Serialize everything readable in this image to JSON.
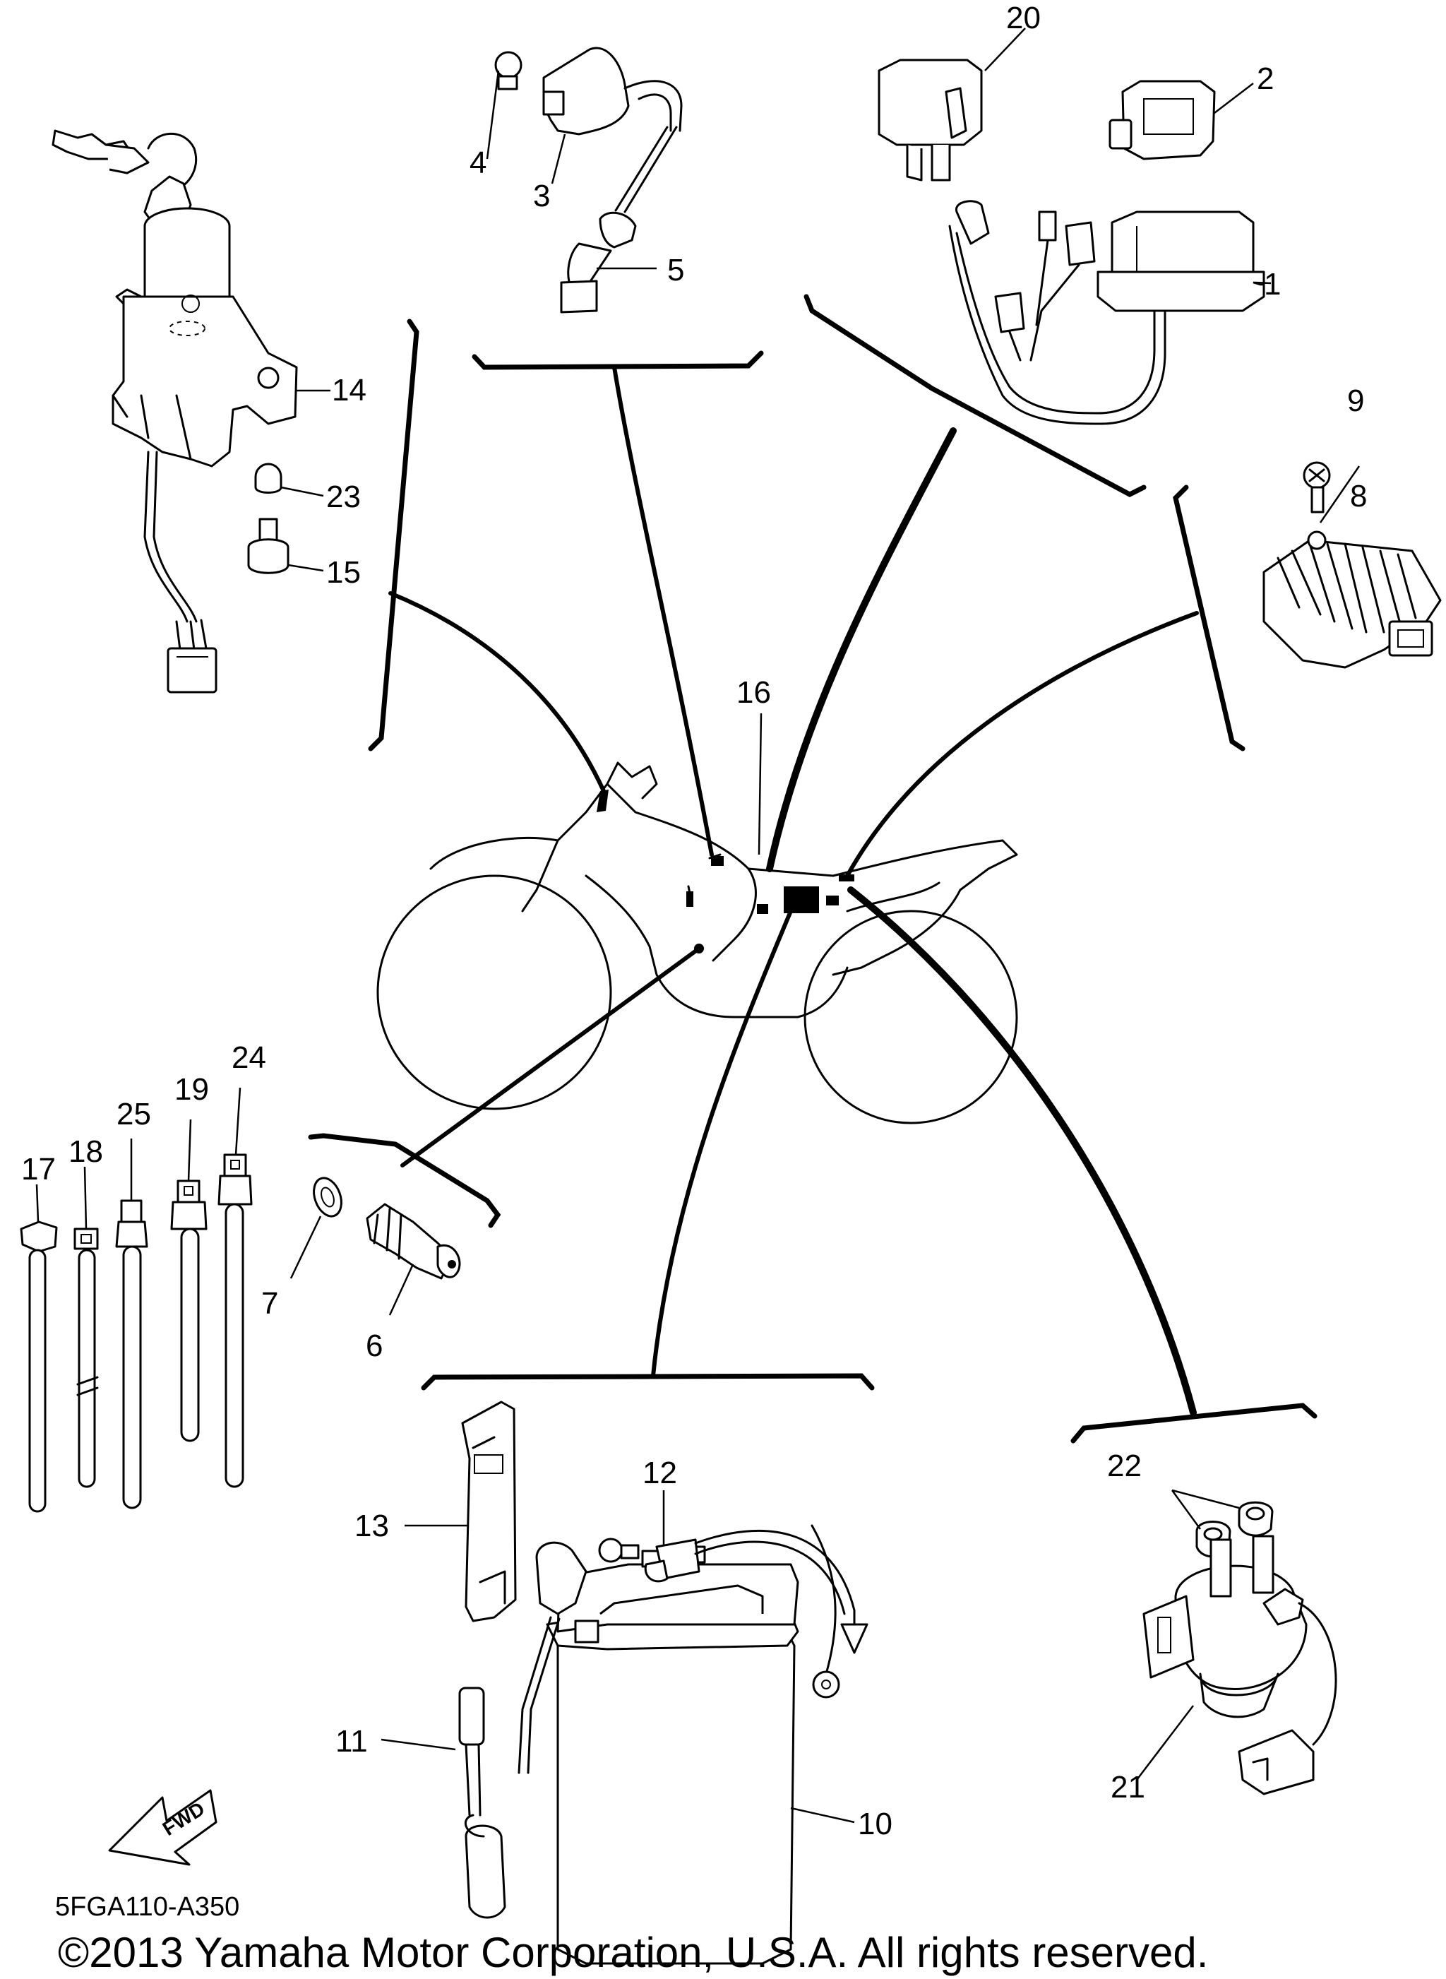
{
  "diagram": {
    "callouts": [
      "1",
      "2",
      "3",
      "4",
      "5",
      "6",
      "7",
      "8",
      "9",
      "10",
      "11",
      "12",
      "13",
      "14",
      "15",
      "16",
      "17",
      "18",
      "19",
      "20",
      "21",
      "22",
      "23",
      "24",
      "25"
    ],
    "fwd_label": "FWD",
    "drawing_code": "5FGA110-A350",
    "copyright": "©2013 Yamaha Motor Corporation, U.S.A. All rights reserved."
  },
  "icons": {
    "fwd": "forward-arrow-icon",
    "motorcycle": "motorcycle-silhouette-icon"
  }
}
